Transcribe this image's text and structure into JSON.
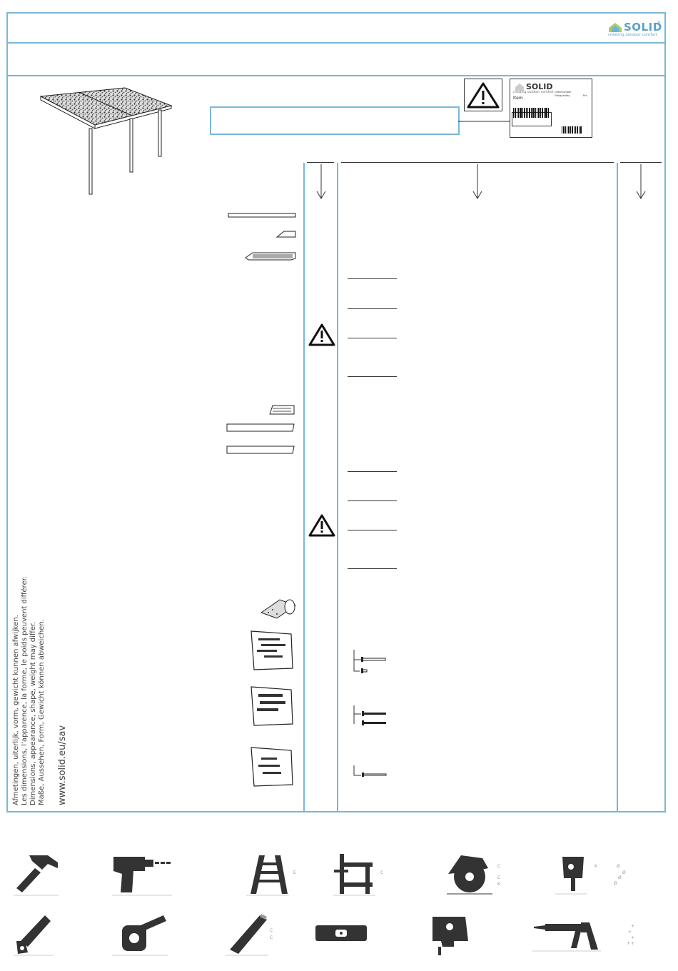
{
  "brand": {
    "name": "SOLID",
    "tagline": "creating outdoor comfort",
    "registered": "®"
  },
  "label": {
    "brand": "SOLID",
    "tagline": "creating outdoor comfort",
    "item": "Item",
    "order_number": "Ordernumber",
    "file_quantity": "File/quantity",
    "pcs": "Pcs"
  },
  "disclaimer": {
    "nl": "Afmetingen, uiterlijk, vorm, gewicht kunnen afwijken.",
    "fr": "Les dimensions, l'apparence, la forme, le poids peuvent différer.",
    "en": "Dimensions, appearance, shape, weight may differ.",
    "de": "Maße, Aussehen, Form, Gewicht können abweichen."
  },
  "website": "www.solid.eu/sav",
  "tools": {
    "row1": [
      {
        "icon": "hammer-icon"
      },
      {
        "icon": "drill-icon"
      },
      {
        "icon": "ladder-icon",
        "note": "E"
      },
      {
        "icon": "clamp-icon",
        "note": "C"
      },
      {
        "icon": "circular-saw-icon",
        "notes": [
          "C",
          "C",
          "K"
        ]
      },
      {
        "icon": "hole-saw-icon",
        "notes": [
          "K",
          "Ø",
          "Ø",
          "Ø",
          "Ø",
          "Ø"
        ]
      }
    ],
    "row2": [
      {
        "icon": "hand-saw-icon"
      },
      {
        "icon": "tape-measure-icon"
      },
      {
        "icon": "utility-knife-icon",
        "notes": [
          "C",
          "C"
        ]
      },
      {
        "icon": "spirit-level-icon"
      },
      {
        "icon": "jigsaw-icon"
      },
      {
        "icon": "caulking-gun-icon",
        "notes": [
          "+",
          "+",
          "+",
          "+",
          "+"
        ]
      }
    ]
  }
}
